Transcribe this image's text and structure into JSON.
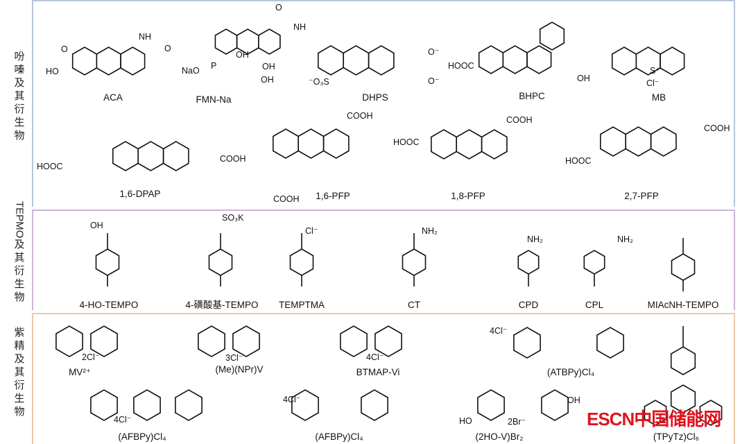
{
  "categories": {
    "phenazine": {
      "label_chars": [
        "吩",
        "嗪",
        "及",
        "其",
        "衍",
        "生",
        "物"
      ]
    },
    "tempo": {
      "label_prefix": "TEPMO",
      "label_chars": [
        "及",
        "其",
        "衍",
        "生",
        "物"
      ]
    },
    "viologen": {
      "label_chars": [
        "紫",
        "精",
        "及",
        "其",
        "衍",
        "生",
        "物"
      ]
    }
  },
  "compounds": {
    "phenazine": [
      "ACA",
      "FMN-Na",
      "DHPS",
      "BHPC",
      "MB",
      "1,6-DPAP",
      "1,6-PFP",
      "1,8-PFP",
      "2,7-PFP"
    ],
    "tempo": [
      "4-HO-TEMPO",
      "4-磺酸基-TEMPO",
      "TEMPTMA",
      "CT",
      "CPD",
      "CPL",
      "MIAcNH-TEMPO"
    ],
    "viologen": [
      "MV²⁺",
      "(Me)(NPr)V",
      "BTMAP-Vi",
      "(ATBPy)Cl₄",
      "(AFBPy)Cl₄",
      "(AFBPy)Cl₄",
      "(2HO-V)Br₂",
      "(TPyTz)Cl₆"
    ]
  },
  "fragments": [
    "HO",
    "O",
    "NH",
    "O",
    "NaO",
    "P",
    "OH",
    "OH",
    "OH",
    "NH",
    "O",
    "⁻O₃S",
    "O⁻",
    "O⁻",
    "HOOC",
    "OH",
    "Cl⁻",
    "S⁺",
    "HOOC",
    "COOH",
    "COOH",
    "COOH",
    "HOOC",
    "COOH",
    "HOOC",
    "COOH",
    "OH",
    "SO₃K",
    "Cl⁻",
    "NH₂",
    "NH₂",
    "NH₂",
    "2Cl⁻",
    "3Cl⁻",
    "4Cl⁻",
    "4Cl⁻",
    "4Cl⁻",
    "4Cl⁻",
    "2Br⁻",
    "OH",
    "HO"
  ],
  "watermark": "ESCN中国储能网"
}
